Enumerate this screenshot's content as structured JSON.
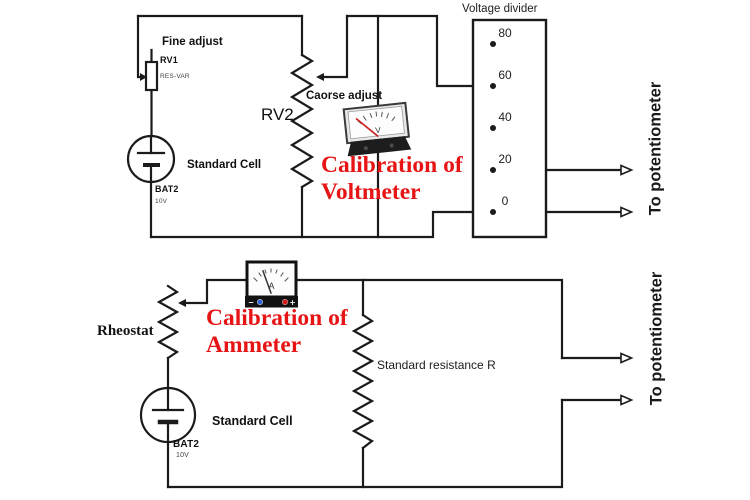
{
  "colors": {
    "wire": "#1b1b1b",
    "caption_red": "#e61414",
    "background": "#ffffff",
    "needle_red": "#cc2222",
    "terminal_blue": "#2b5fd9",
    "terminal_red": "#cf1717"
  },
  "top_circuit": {
    "fine_adjust_label": "Fine adjust",
    "rv1": {
      "name": "RV1",
      "type": "RES-VAR"
    },
    "battery": {
      "name": "BAT2",
      "voltage": "10V"
    },
    "standard_cell_label": "Standard Cell",
    "rv2_label": "RV2",
    "coarse_adjust_label": "Caorse adjust",
    "caption_line1": "Calibration of",
    "caption_line2": "Voltmeter",
    "voltmeter_letter": "V",
    "voltage_divider": {
      "title": "Voltage divider",
      "taps": [
        "80",
        "60",
        "40",
        "20",
        "0"
      ]
    },
    "to_potentiometer_label": "To potentiometer"
  },
  "bottom_circuit": {
    "rheostat_label": "Rheostat",
    "battery": {
      "name": "BAT2",
      "voltage": "10V"
    },
    "standard_cell_label": "Standard Cell",
    "caption_line1": "Calibration of",
    "caption_line2": "Ammeter",
    "ammeter_letter": "A",
    "ammeter_minus": "−",
    "ammeter_plus": "+",
    "standard_resistance_label": "Standard resistance R",
    "to_potentiometer_label": "To potentiometer"
  }
}
